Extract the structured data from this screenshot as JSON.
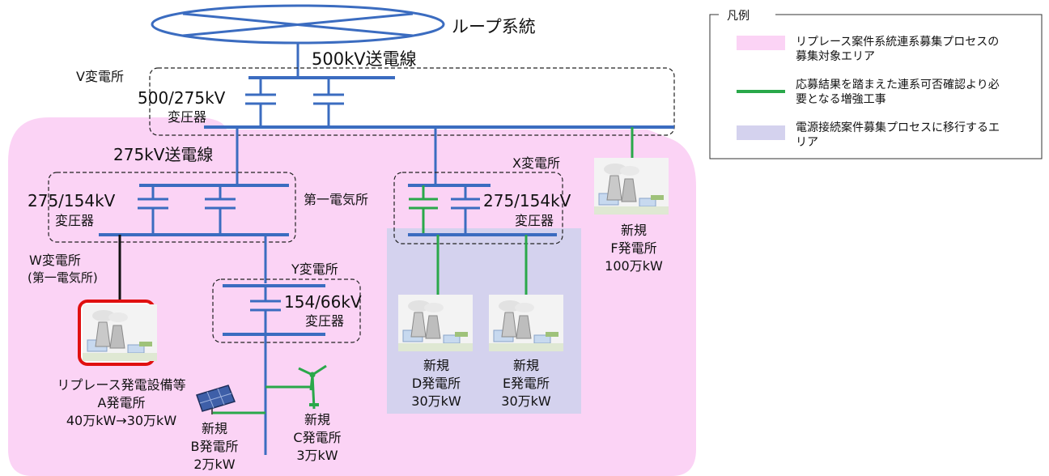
{
  "loop": {
    "label": "ループ系統"
  },
  "line500": {
    "label": "500kV送電線"
  },
  "v_sub": {
    "name": "V変電所",
    "tr_rating": "500/275kV",
    "tr_label": "変圧器"
  },
  "line275": {
    "label": "275kV送電線"
  },
  "sub1": {
    "name": "第一電気所",
    "tr_rating": "275/154kV",
    "tr_label": "変圧器"
  },
  "w_sub": {
    "name": "W変電所",
    "alias": "(第一電気所)"
  },
  "x_sub": {
    "name": "X変電所",
    "tr_rating": "275/154kV",
    "tr_label": "変圧器"
  },
  "y_sub": {
    "name": "Y変電所",
    "tr_rating": "154/66kV",
    "tr_label": "変圧器"
  },
  "plant_a": {
    "line1": "リプレース発電設備等",
    "line2": "A発電所",
    "line3": "40万kW→30万kW"
  },
  "plant_b": {
    "line1": "新規",
    "line2": "B発電所",
    "line3": "2万kW"
  },
  "plant_c": {
    "line1": "新規",
    "line2": "C発電所",
    "line3": "3万kW"
  },
  "plant_d": {
    "line1": "新規",
    "line2": "D発電所",
    "line3": "30万kW"
  },
  "plant_e": {
    "line1": "新規",
    "line2": "E発電所",
    "line3": "30万kW"
  },
  "plant_f": {
    "line1": "新規",
    "line2": "F発電所",
    "line3": "100万kW"
  },
  "legend": {
    "title": "凡例",
    "item1_l1": "リプレース案件系統連系募集プロセスの",
    "item1_l2": "募集対象エリア",
    "item2_l1": "応募結果を踏まえた連系可否確認より必",
    "item2_l2": "要となる増強工事",
    "item3_l1": "電源接続案件募集プロセスに移行するエ",
    "item3_l2": "リア"
  },
  "colors": {
    "bus": "#3b6cc0",
    "reinforcement": "#2aa84a",
    "replace_area": "#fbd3f5",
    "transfer_area": "#d4d2ee",
    "highlight_frame": "#e01010"
  }
}
